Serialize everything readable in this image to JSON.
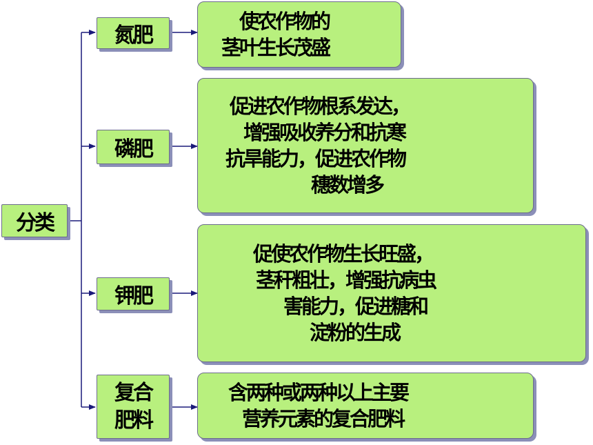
{
  "root": {
    "label": "分类"
  },
  "categories": [
    {
      "name": "氮肥",
      "description_lines": [
        "使农作物的",
        "茎叶生长茂盛"
      ]
    },
    {
      "name": "磷肥",
      "description_lines": [
        "促进农作物根系发达，",
        "增强吸收养分和抗寒",
        "抗旱能力，促进农作物",
        "穗数增多"
      ]
    },
    {
      "name": "钾肥",
      "description_lines": [
        "促使农作物生长旺盛，",
        "茎秆粗壮，增强抗病虫",
        "害能力，促进糖和",
        "淀粉的生成"
      ]
    },
    {
      "name_lines": [
        "复合",
        "肥料"
      ],
      "description_lines": [
        "含两种或两种以上主要",
        "营养元素的复合肥料"
      ]
    }
  ],
  "colors": {
    "box_fill": "#b8f07e",
    "line": "#1a1a7a",
    "shadow": "#8b8fb8"
  }
}
